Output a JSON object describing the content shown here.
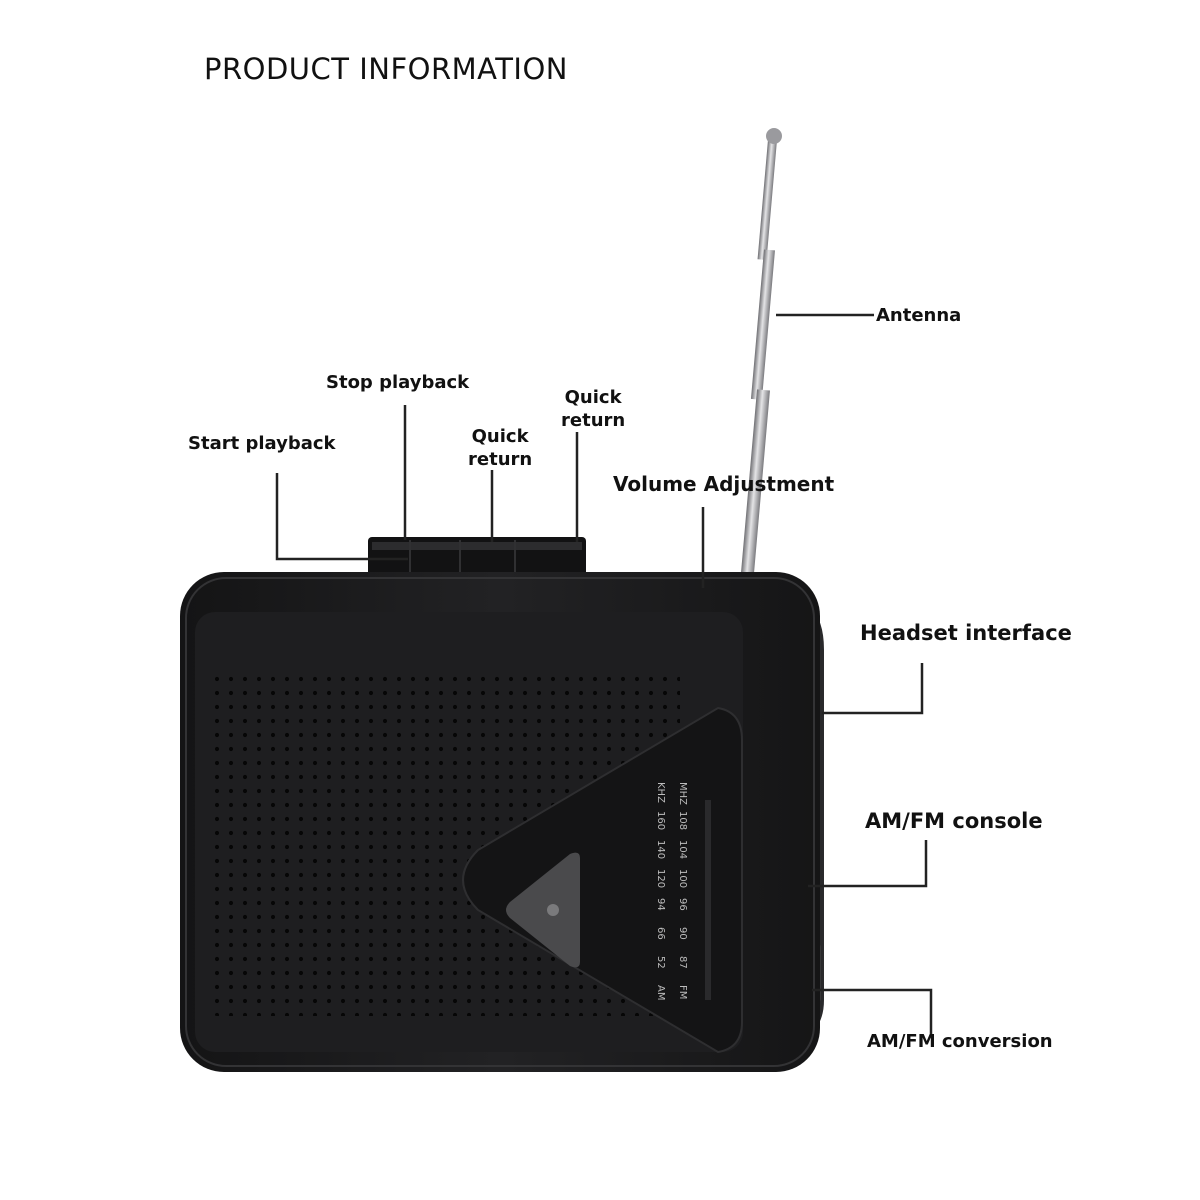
{
  "title": "PRODUCT INFORMATION",
  "labels": {
    "antenna": "Antenna",
    "stop_playback": "Stop playback",
    "start_playback": "Start playback",
    "quick_return_1": [
      "Quick",
      "return"
    ],
    "quick_return_2": [
      "Quick",
      "return"
    ],
    "volume_adjustment": "Volume Adjustment",
    "headset_interface": "Headset interface",
    "am_fm_console": "AM/FM console",
    "am_fm_conversion": "AM/FM conversion"
  },
  "dial": {
    "fm_row": [
      "MHZ",
      "108",
      "104",
      "100",
      "96",
      "90",
      "87",
      "FM"
    ],
    "am_row": [
      "KHZ",
      "160",
      "140",
      "120",
      "94",
      "66",
      "52",
      "AM"
    ]
  },
  "colors": {
    "body": "#1c1c1e",
    "body_edge": "#0d0d0e",
    "leader": "#222222",
    "antenna": "#b8b8bc"
  }
}
